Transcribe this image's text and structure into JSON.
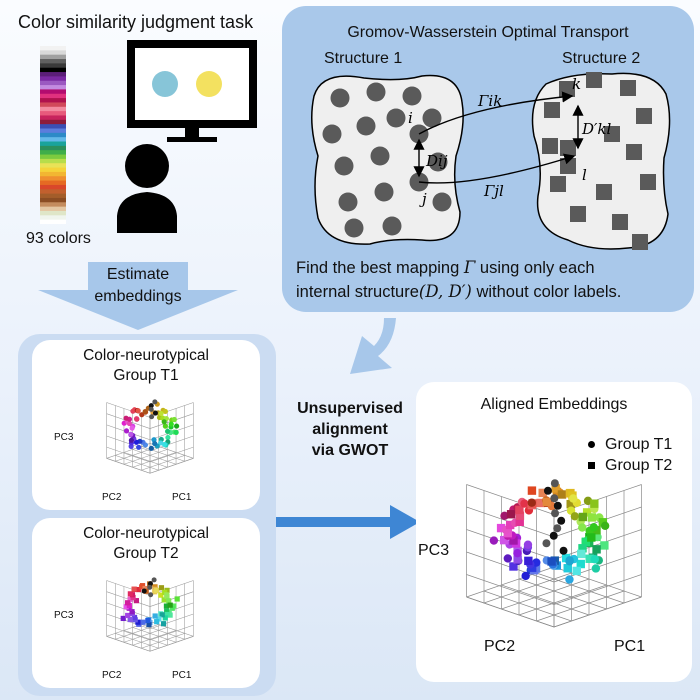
{
  "task": {
    "title": "Color similarity judgment task",
    "colors_label": "93 colors",
    "stimulus_colors": [
      "#87c5d8",
      "#f3e160"
    ],
    "swatches": [
      "#f2f2f2",
      "#d9d9d9",
      "#a0a0a0",
      "#606060",
      "#3a3a3a",
      "#000000",
      "#5b1e78",
      "#7a2aa3",
      "#9b59c1",
      "#c38be0",
      "#b30c6f",
      "#e0317e",
      "#b0124e",
      "#d1495b",
      "#f28ba0",
      "#e75a7c",
      "#c7245d",
      "#8d1c3a",
      "#3a4fb3",
      "#5b7ddc",
      "#2c8ac7",
      "#63b8e8",
      "#1aa39b",
      "#2b8f5c",
      "#3fae4a",
      "#7ccb3f",
      "#b7dd4b",
      "#e9e257",
      "#f5d33a",
      "#f2b632",
      "#ef8f2f",
      "#e56a23",
      "#d9472a",
      "#c2602e",
      "#a35d2a",
      "#8b4d23",
      "#c48c5e",
      "#e4c7a3",
      "#dfe6c8",
      "#f0f5ee",
      "#ffffff"
    ]
  },
  "estimate": {
    "label_line1": "Estimate",
    "label_line2": "embeddings"
  },
  "gwot": {
    "title": "Gromov-Wasserstein Optimal Transport",
    "structure1": "Structure 1",
    "structure2": "Structure 2",
    "caption_line1_a": "Find the best mapping ",
    "caption_line1_sym": "Γ",
    "caption_line1_b": " using only each",
    "caption_line2_a": "internal structure",
    "caption_line2_sym": "(D, D′)",
    "caption_line2_b": " without color labels.",
    "labels": {
      "i": "i",
      "j": "j",
      "k": "k",
      "l": "l",
      "Dij": "Dij",
      "Dkl": "D′kl",
      "Gik": "Γik",
      "Gjl": "Γjl"
    }
  },
  "groups": {
    "t1_line1": "Color-neurotypical",
    "t1_line2": "Group T1",
    "t2_line1": "Color-neurotypical",
    "t2_line2": "Group T2"
  },
  "alignment": {
    "line1": "Unsupervised",
    "line2": "alignment",
    "line3": "via GWOT"
  },
  "aligned": {
    "title": "Aligned Embeddings",
    "legend_t1": "Group T1",
    "legend_t2": "Group T2"
  },
  "axes": {
    "pc1": "PC1",
    "pc2": "PC2",
    "pc3": "PC3"
  },
  "colors": {
    "panel_blue": "#a9c8ea",
    "arrow_blue": "#3e86d4",
    "arrow_light": "#a7c7ea"
  }
}
